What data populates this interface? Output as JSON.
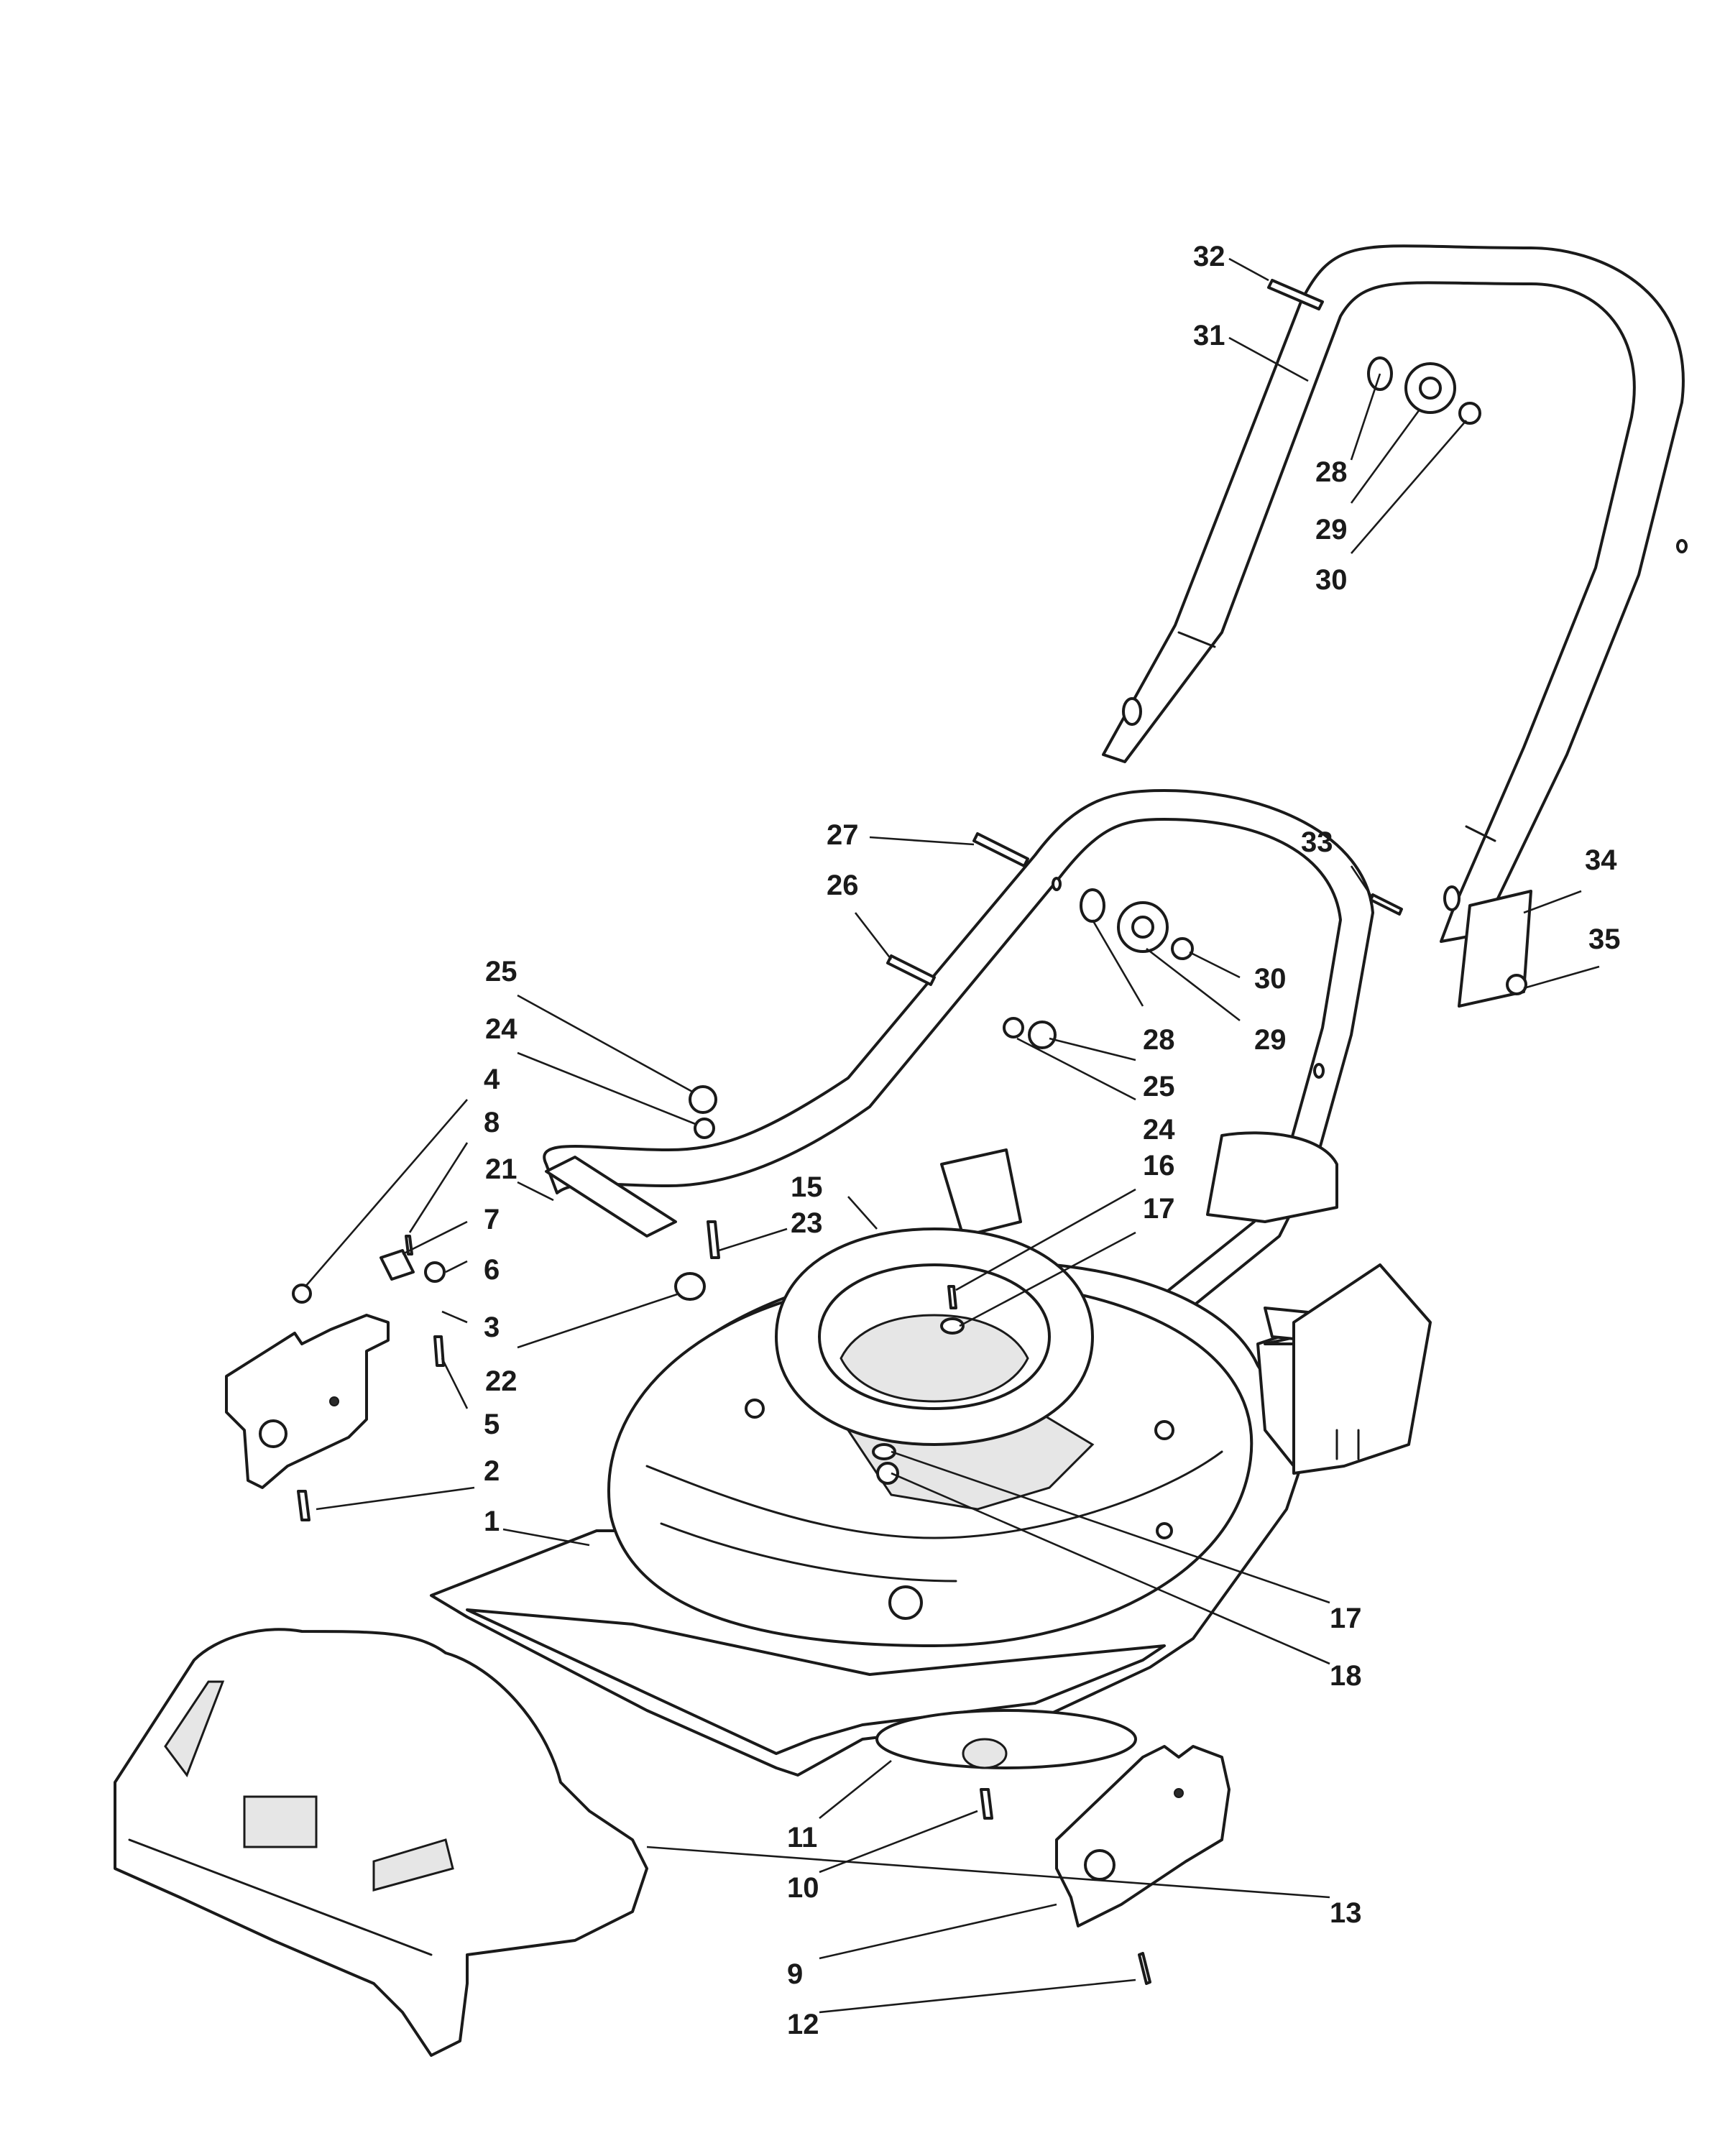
{
  "callouts": {
    "c1": "1",
    "c2": "2",
    "c3": "3",
    "c4": "4",
    "c5": "5",
    "c6": "6",
    "c7": "7",
    "c8": "8",
    "c9": "9",
    "c10": "10",
    "c11": "11",
    "c12": "12",
    "c13": "13",
    "c15": "15",
    "c16": "16",
    "c17a": "17",
    "c17b": "17",
    "c18": "18",
    "c21": "21",
    "c22": "22",
    "c23": "23",
    "c24a": "24",
    "c24b": "24",
    "c25a": "25",
    "c25b": "25",
    "c26": "26",
    "c27": "27",
    "c28a": "28",
    "c28b": "28",
    "c29a": "29",
    "c29b": "29",
    "c30a": "30",
    "c30b": "30",
    "c31": "31",
    "c32": "32",
    "c33": "33",
    "c34": "34",
    "c35": "35"
  }
}
